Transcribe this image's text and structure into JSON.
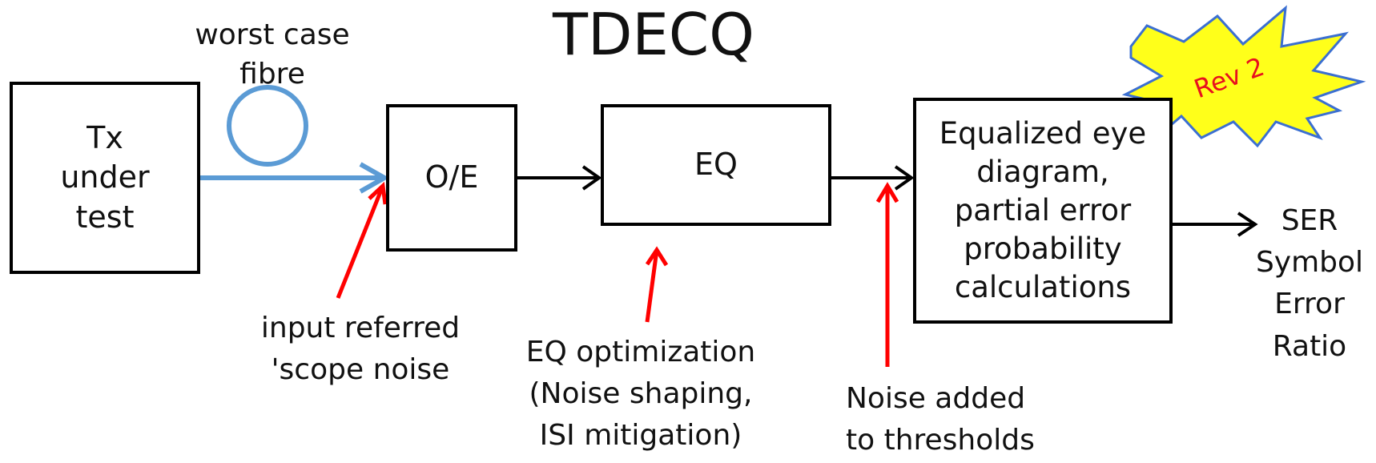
{
  "title": "TDECQ",
  "badge": {
    "text": "Rev 2",
    "fill": "#ffff1a",
    "stroke": "#3b6fd1",
    "text_color": "#e8101e"
  },
  "blocks": {
    "tx": "Tx\nunder\ntest",
    "oe": "O/E",
    "eq": "EQ",
    "eye": "Equalized eye\ndiagram,\npartial error\nprobability\ncalculations"
  },
  "fibre_label": "worst  case\nfibre",
  "output_label": "SER\nSymbol\nError\nRatio",
  "annotations": {
    "scope_noise": "input referred\n'scope noise",
    "eq_optimization": "EQ optimization\n(Noise shaping,\nISI mitigation)",
    "threshold_noise": "Noise added\nto thresholds"
  },
  "colors": {
    "fibre": "#5b9bd5",
    "annotation_arrow": "#ff0000",
    "signal_arrow": "#000000"
  }
}
